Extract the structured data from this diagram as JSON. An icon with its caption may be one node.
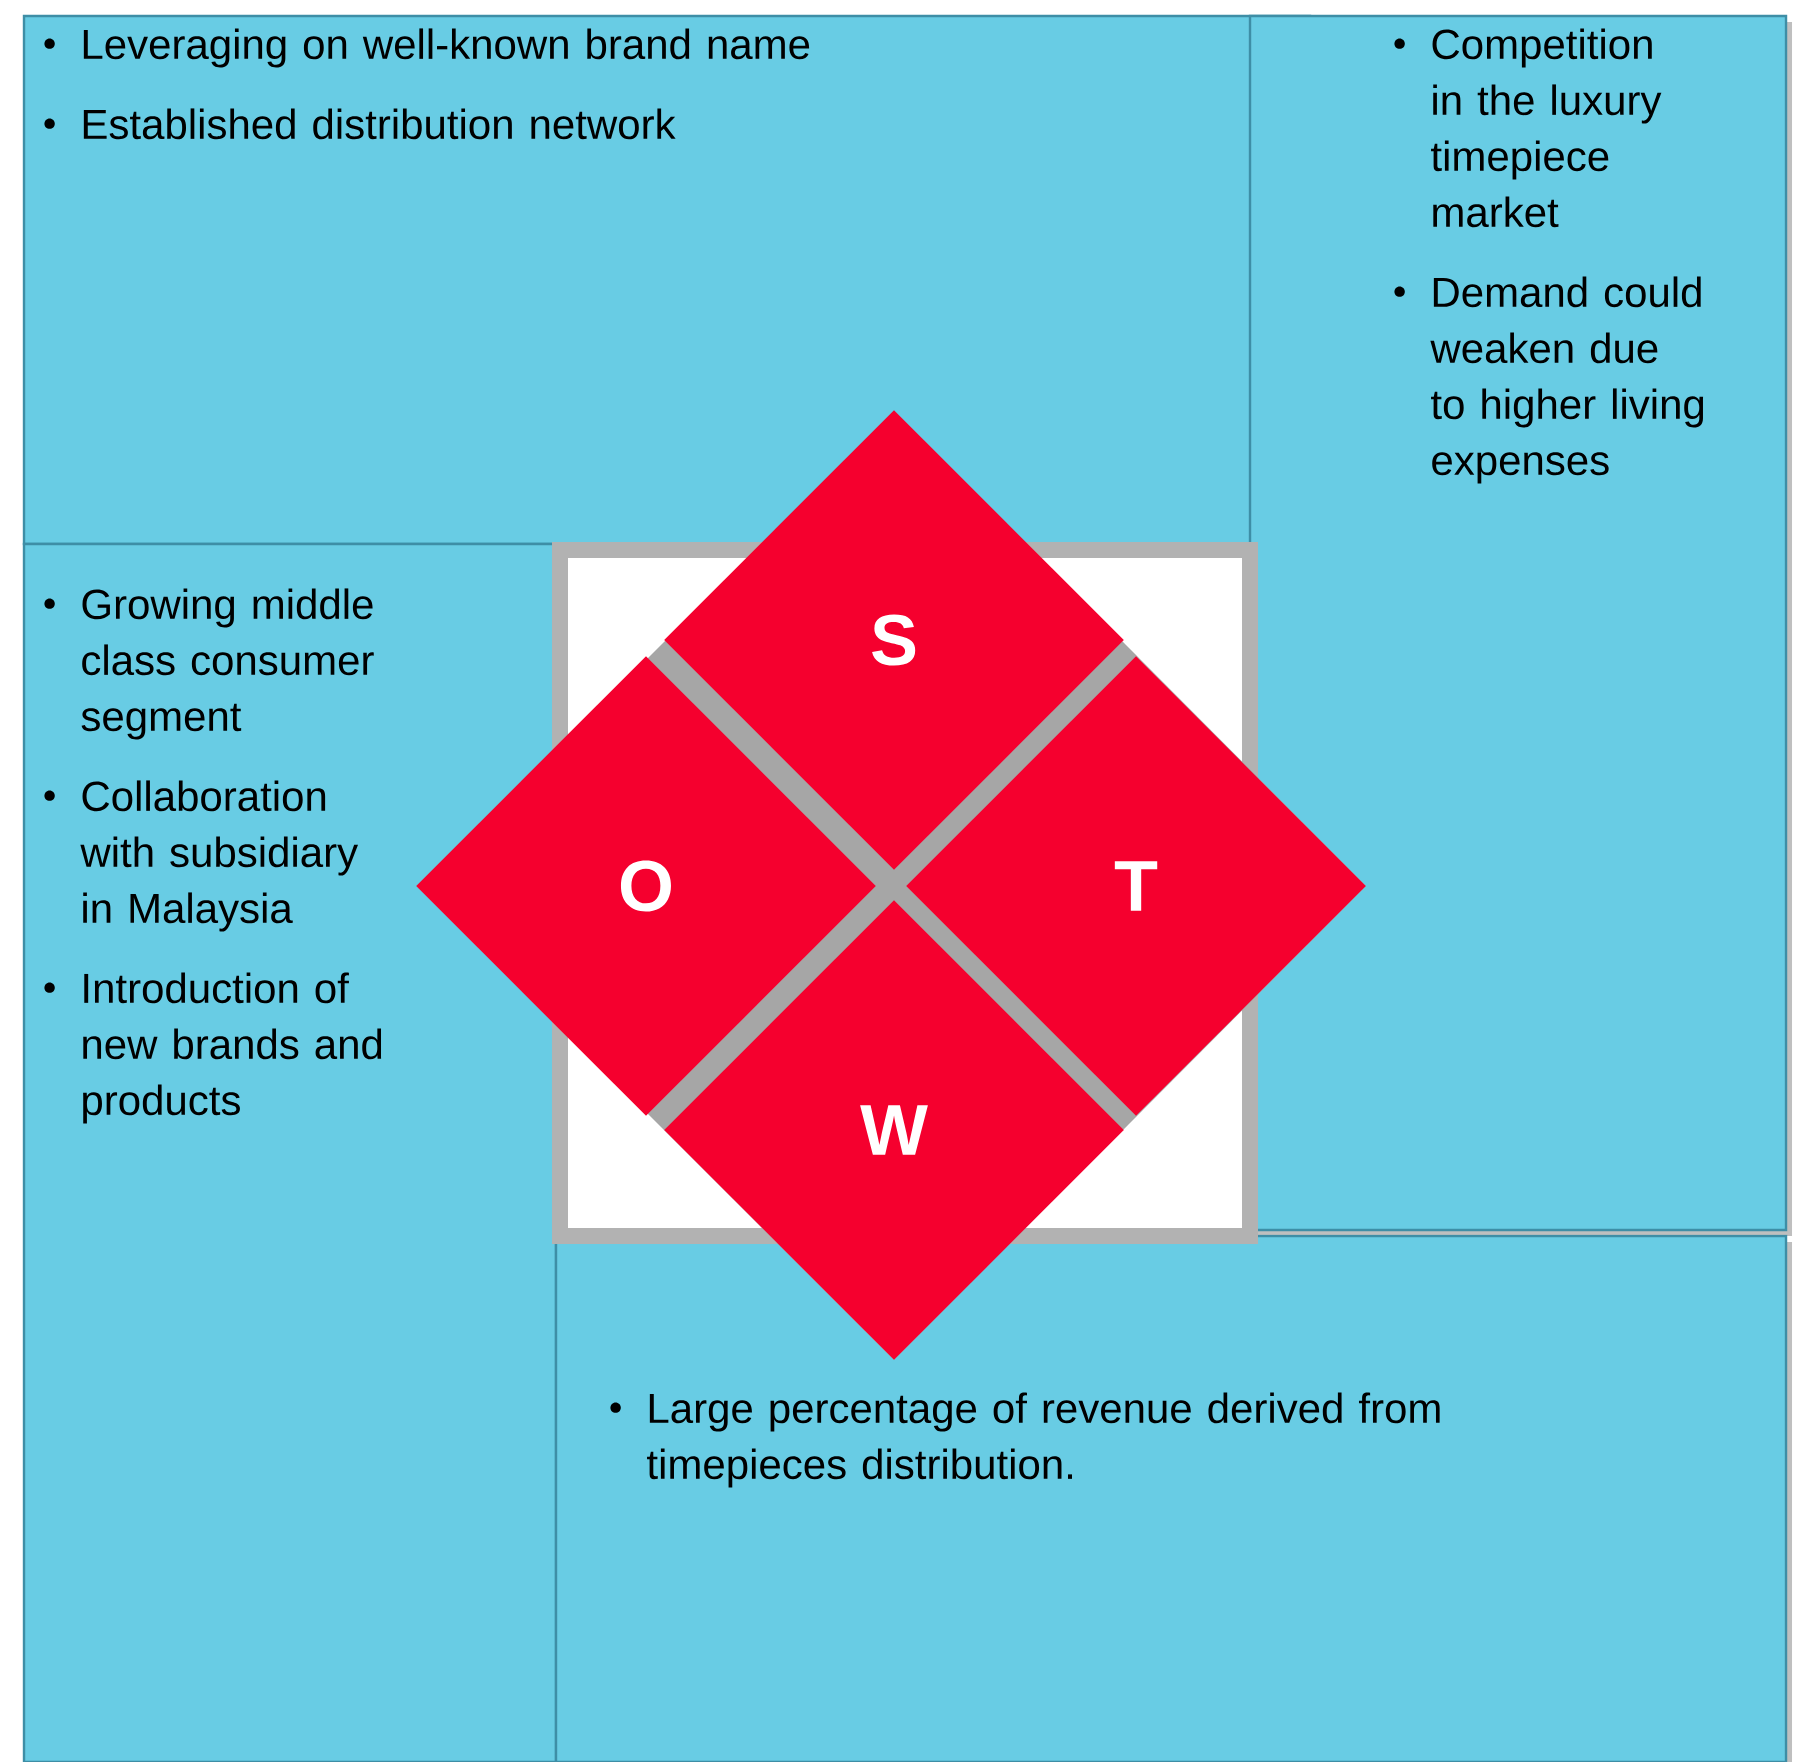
{
  "diagram": {
    "nodes": [
      {
        "text": [
          "Leveraging on well-known brand name",
          "Established distribution network"
        ]
      },
      {
        "text": [
          "Competition in the luxury timepiece market",
          "Demand could weaken due to higher living expenses"
        ]
      },
      {
        "text": [
          "Growing middle class consumer segment",
          "Collaboration with subsidiary in Malaysia",
          "Introduction of new brands and products"
        ]
      },
      {
        "text": [
          "S"
        ]
      },
      {
        "text": [
          "O"
        ]
      },
      {
        "text": [
          "T"
        ]
      },
      {
        "text": [
          "W"
        ]
      },
      {
        "text": [
          "Large percentage of revenue derived from timepieces distribution."
        ]
      }
    ]
  }
}
